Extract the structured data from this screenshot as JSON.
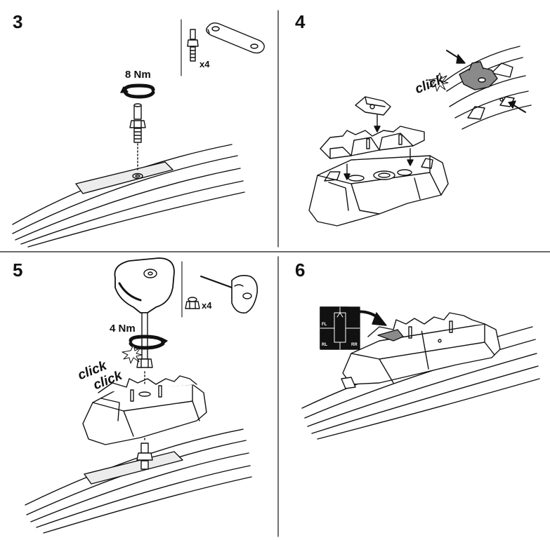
{
  "steps": {
    "s3": {
      "number": "3",
      "torque": "8 Nm",
      "qty": "x4"
    },
    "s4": {
      "number": "4",
      "click": "click"
    },
    "s5": {
      "number": "5",
      "torque": "4 Nm",
      "qty": "x4",
      "click_1": "click",
      "click_2": "click"
    },
    "s6": {
      "number": "6",
      "pos_fl": "FL",
      "pos_rl": "RL",
      "pos_rr": "RR"
    }
  },
  "colors": {
    "line": "#111111",
    "grey_part": "#8a8a8a",
    "background": "#ffffff"
  },
  "icons": [
    "torque-rotation-icon",
    "hex-key-icon",
    "bolt-icon",
    "nut-icon",
    "plate-icon",
    "arrow-icon"
  ]
}
